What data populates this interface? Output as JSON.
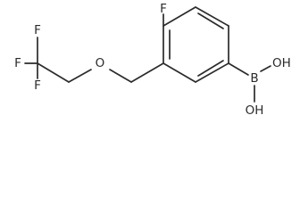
{
  "molecule": {
    "atoms": {
      "fluoro_ring": "F",
      "trifluoro_f_top": "F",
      "trifluoro_f_mid": "F",
      "trifluoro_f_bottom": "F",
      "ether_oxygen": "O",
      "boron": "B",
      "boronic_oh_top": "OH",
      "boronic_oh_bottom": "OH"
    }
  }
}
